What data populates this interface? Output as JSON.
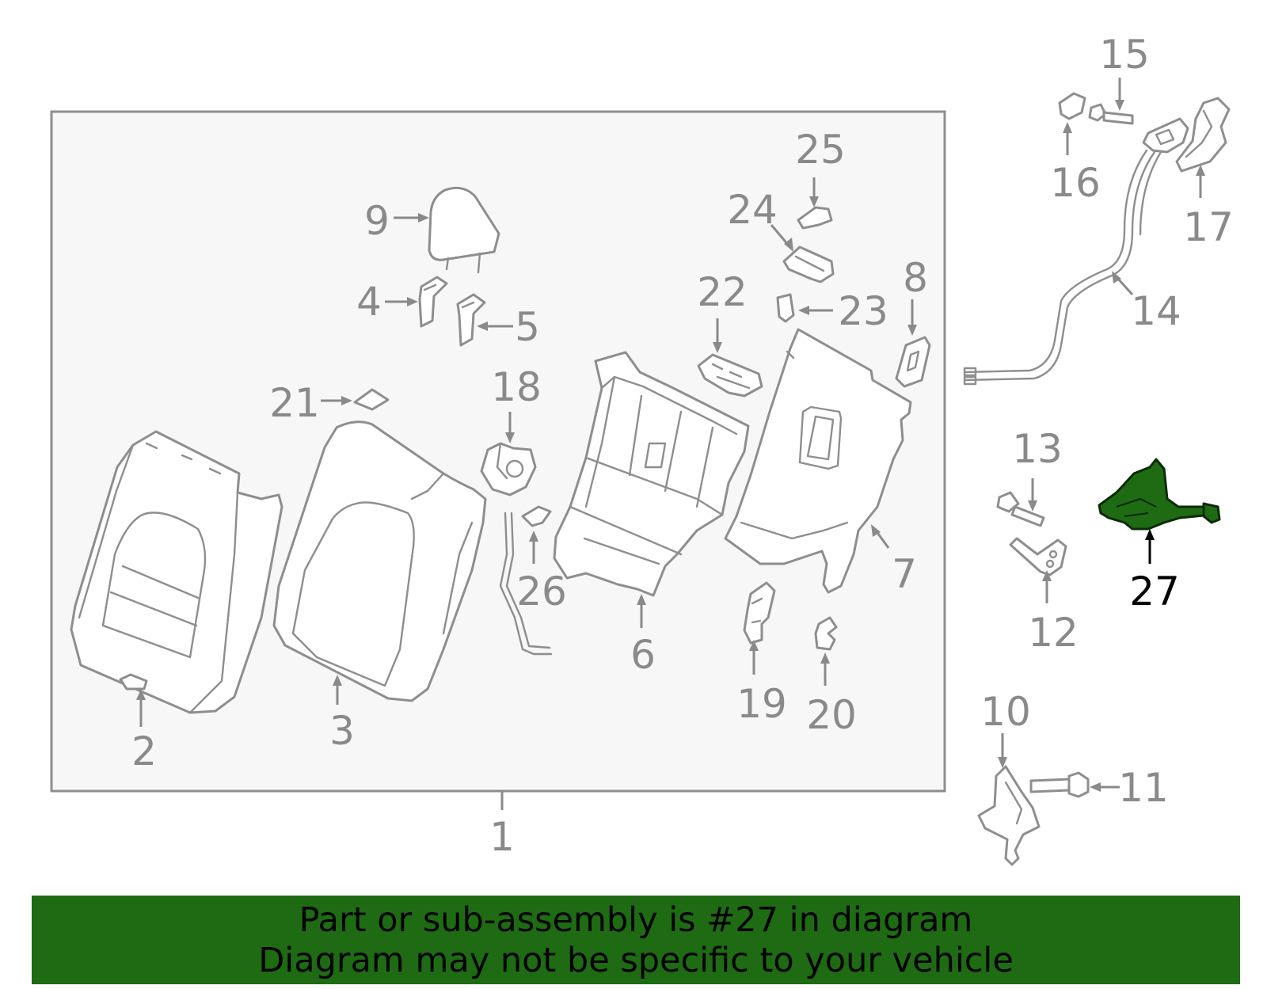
{
  "diagram": {
    "callouts": [
      {
        "id": "1",
        "label": "1"
      },
      {
        "id": "2",
        "label": "2"
      },
      {
        "id": "3",
        "label": "3"
      },
      {
        "id": "4",
        "label": "4"
      },
      {
        "id": "5",
        "label": "5"
      },
      {
        "id": "6",
        "label": "6"
      },
      {
        "id": "7",
        "label": "7"
      },
      {
        "id": "8",
        "label": "8"
      },
      {
        "id": "9",
        "label": "9"
      },
      {
        "id": "10",
        "label": "10"
      },
      {
        "id": "11",
        "label": "11"
      },
      {
        "id": "12",
        "label": "12"
      },
      {
        "id": "13",
        "label": "13"
      },
      {
        "id": "14",
        "label": "14"
      },
      {
        "id": "15",
        "label": "15"
      },
      {
        "id": "16",
        "label": "16"
      },
      {
        "id": "17",
        "label": "17"
      },
      {
        "id": "18",
        "label": "18"
      },
      {
        "id": "19",
        "label": "19"
      },
      {
        "id": "20",
        "label": "20"
      },
      {
        "id": "21",
        "label": "21"
      },
      {
        "id": "22",
        "label": "22"
      },
      {
        "id": "23",
        "label": "23"
      },
      {
        "id": "24",
        "label": "24"
      },
      {
        "id": "25",
        "label": "25"
      },
      {
        "id": "26",
        "label": "26"
      },
      {
        "id": "27",
        "label": "27"
      }
    ],
    "highlighted_part": "27",
    "colors": {
      "highlight_fill": "#1e6b14",
      "line_gray": "#8e8e8e",
      "label_gray": "#8a8a8a",
      "assembly_box_fill": "#f7f7f7"
    }
  },
  "banner": {
    "line1": "Part or sub-assembly is #27 in diagram",
    "line2": "Diagram may not be specific to your vehicle"
  }
}
